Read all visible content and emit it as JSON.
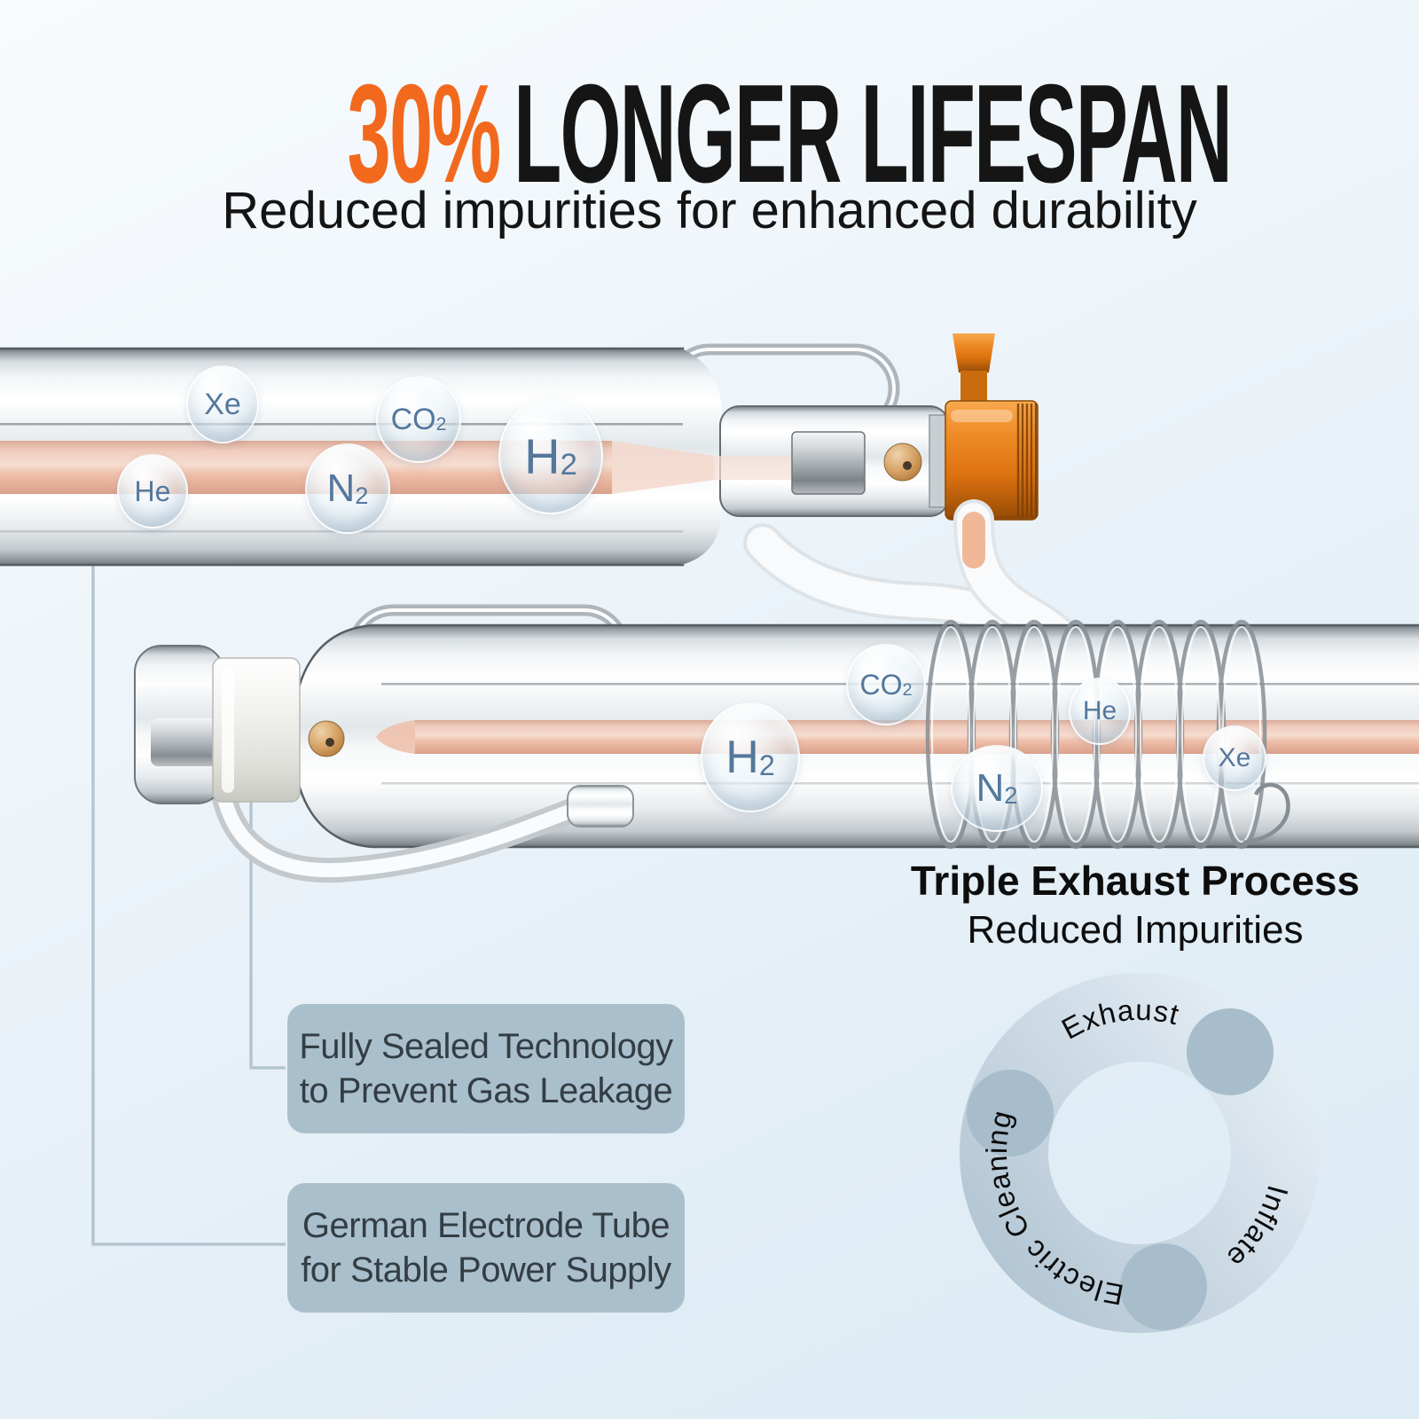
{
  "header": {
    "percent": "30%",
    "title": "LONGER LIFESPAN",
    "subtitle": "Reduced impurities for enhanced durability"
  },
  "tubes": {
    "upper_gases": [
      {
        "base": "Xe",
        "sub": ""
      },
      {
        "base": "He",
        "sub": ""
      },
      {
        "base": "N",
        "sub": "2"
      },
      {
        "base": "CO",
        "sub": "2"
      },
      {
        "base": "H",
        "sub": "2"
      }
    ],
    "lower_gases": [
      {
        "base": "H",
        "sub": "2"
      },
      {
        "base": "CO",
        "sub": "2"
      },
      {
        "base": "N",
        "sub": "2"
      },
      {
        "base": "He",
        "sub": ""
      },
      {
        "base": "Xe",
        "sub": ""
      }
    ]
  },
  "callouts": [
    {
      "lines": [
        "Fully Sealed Technology",
        "to Prevent Gas Leakage"
      ]
    },
    {
      "lines": [
        "German Electrode Tube",
        "for Stable Power Supply"
      ]
    }
  ],
  "process": {
    "title": "Triple Exhaust Process",
    "subtitle": "Reduced Impurities",
    "steps": [
      "Exhaust",
      "Inflate",
      "Electric Cleaning"
    ]
  },
  "colors": {
    "accent_orange": "#f2691d",
    "valve_orange": "#e8821c",
    "bubble_text": "#54789c",
    "box_bg": "#aabfcc",
    "box_text": "#333d44",
    "callout_line": "#b5c5d0",
    "ring_light": "#dfeaf2",
    "ring_dark": "#b2c5d3",
    "ring_blob": "#a7bdcc"
  }
}
